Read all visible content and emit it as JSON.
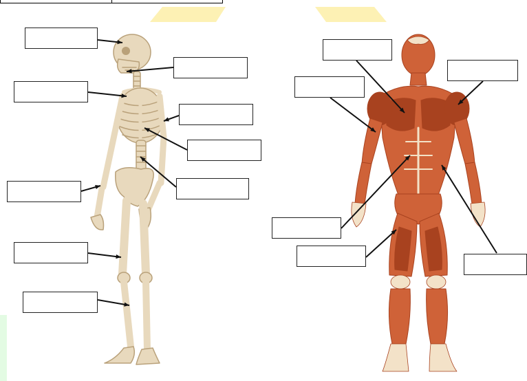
{
  "colors": {
    "tab": "#fdf1b4",
    "side_bar": "#e3fbe3",
    "bone": "#e8d9bd",
    "bone_shadow": "#b9a17a",
    "muscle": "#cf6238",
    "muscle_dark": "#a8421f",
    "tendon": "#f3e2c8",
    "pointer": "#111111"
  },
  "skeleton": {
    "label_boxes": [
      {
        "text": "",
        "target": "skull"
      },
      {
        "text": "",
        "target": "neck-vertebrae"
      },
      {
        "text": "",
        "target": "scapula"
      },
      {
        "text": "",
        "target": "humerus"
      },
      {
        "text": "",
        "target": "ribs"
      },
      {
        "text": "",
        "target": "spine"
      },
      {
        "text": "",
        "target": "radius-ulna"
      },
      {
        "text": "",
        "target": "femur"
      },
      {
        "text": "",
        "target": "tibia-fibula"
      }
    ]
  },
  "muscles": {
    "label_boxes": [
      {
        "text": "",
        "target": "pectoral"
      },
      {
        "text": "",
        "target": "deltoid"
      },
      {
        "text": "",
        "target": "biceps"
      },
      {
        "text": "",
        "target": "abdominals"
      },
      {
        "text": "",
        "target": "quadriceps"
      },
      {
        "text": "",
        "target": "obliques"
      }
    ]
  }
}
